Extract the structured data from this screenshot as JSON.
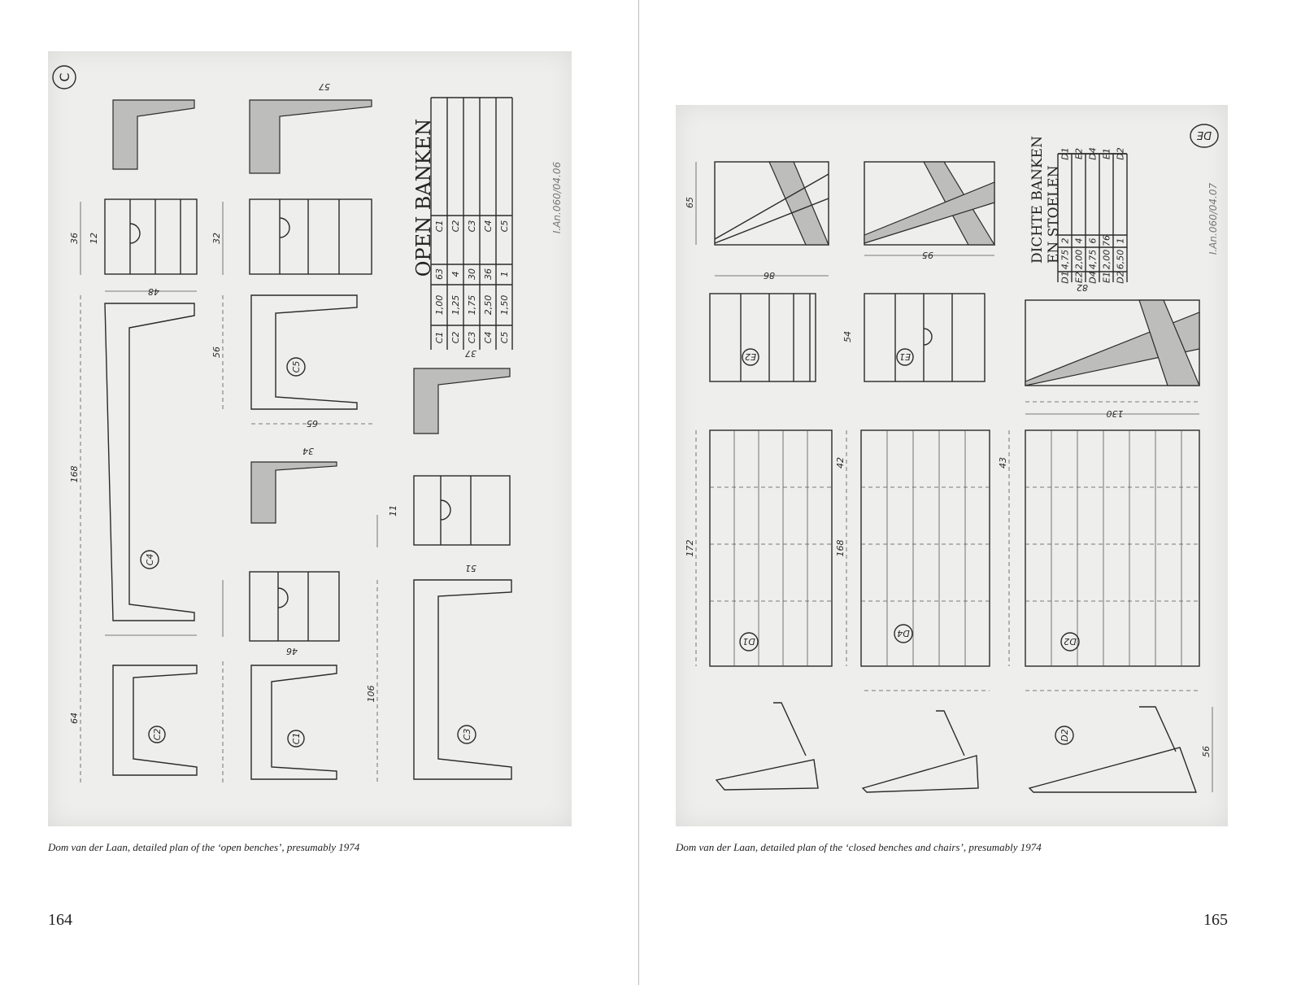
{
  "left": {
    "caption": "Dom van der Laan, detailed plan of the ‘open benches’, presumably 1974",
    "folio": "164",
    "drawing": {
      "sheet_mark": "C",
      "title": "OPEN BANKEN",
      "archive_ref": "I.An.060/04.06",
      "table": [
        {
          "code": "C1",
          "length": "1,00",
          "count": "63"
        },
        {
          "code": "C2",
          "length": "1,25",
          "count": "4"
        },
        {
          "code": "C3",
          "length": "1,75",
          "count": "30"
        },
        {
          "code": "C4",
          "length": "2,50",
          "count": "36"
        },
        {
          "code": "C5",
          "length": "1,50",
          "count": "1"
        }
      ],
      "labels": {
        "c4": "C4",
        "c5": "C5",
        "c2": "C2",
        "c1": "C1",
        "c3": "C3"
      },
      "dims": {
        "d168": "168",
        "d36": "36",
        "d32": "32",
        "d56": "56",
        "d64": "64",
        "d106": "106",
        "d48": "48",
        "d65": "65",
        "d57": "57",
        "d34": "34",
        "d37": "37",
        "d46": "46",
        "d51": "51",
        "d12": "12",
        "d11": "11"
      }
    }
  },
  "right": {
    "caption": "Dom van der Laan, detailed plan of the ‘closed benches and chairs’, presumably 1974",
    "folio": "165",
    "drawing": {
      "sheet_mark": "DE",
      "title_line1": "DICHTE BANKEN",
      "title_line2": "EN STOELEN",
      "archive_ref": "I.An.060/04.07",
      "table": [
        {
          "code": "D1",
          "length": "4,75",
          "count": "2"
        },
        {
          "code": "E2",
          "length": "2,00",
          "count": "4"
        },
        {
          "code": "D4",
          "length": "4,75",
          "count": "6"
        },
        {
          "code": "E1",
          "length": "2,00",
          "count": "76"
        },
        {
          "code": "D2",
          "length": "6,50",
          "count": "1"
        }
      ],
      "labels": {
        "e2": "E2",
        "e1": "E1",
        "d1": "D1",
        "d4": "D4",
        "d2": "D2",
        "d2b": "D2"
      },
      "dims": {
        "d172": "172",
        "d168": "168",
        "d65": "65",
        "d54": "54",
        "d86": "86",
        "d95": "95",
        "d130": "130",
        "d82": "82",
        "d56": "56",
        "d43": "43",
        "d42": "42"
      }
    }
  }
}
